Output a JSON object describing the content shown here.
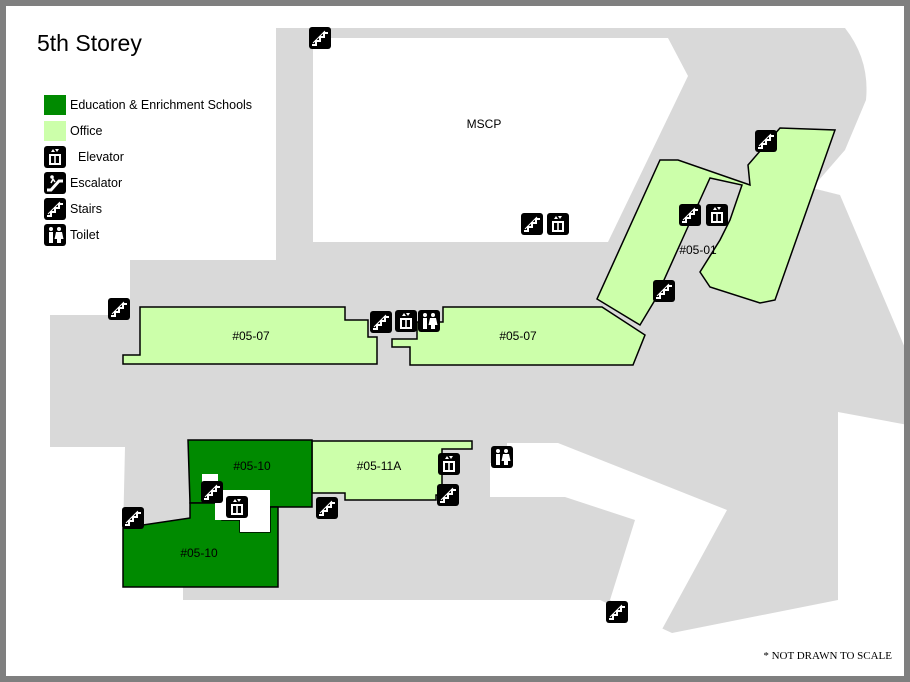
{
  "title": "5th Storey",
  "note": "* NOT DRAWN TO SCALE",
  "colors": {
    "education": "#008a00",
    "office": "#ccffaa",
    "corridor": "#d9d9d9",
    "void": "#ffffff",
    "icon": "#000000"
  },
  "legend": [
    {
      "kind": "swatch",
      "color": "#008a00",
      "label": "Education & Enrichment Schools"
    },
    {
      "kind": "swatch",
      "color": "#ccffaa",
      "label": "Office"
    },
    {
      "kind": "icon",
      "icon": "elevator-icon",
      "label": "Elevator"
    },
    {
      "kind": "icon",
      "icon": "escalator-icon",
      "label": "Escalator"
    },
    {
      "kind": "icon",
      "icon": "stairs-icon",
      "label": "Stairs"
    },
    {
      "kind": "icon",
      "icon": "toilet-icon",
      "label": "Toilet"
    }
  ],
  "areas": {
    "mscp": "MSCP",
    "unit_05_01": "#05-01",
    "unit_05_07_west": "#05-07",
    "unit_05_07_east": "#05-07",
    "unit_05_10_north": "#05-10",
    "unit_05_10_south": "#05-10",
    "unit_05_11a": "#05-11A"
  }
}
